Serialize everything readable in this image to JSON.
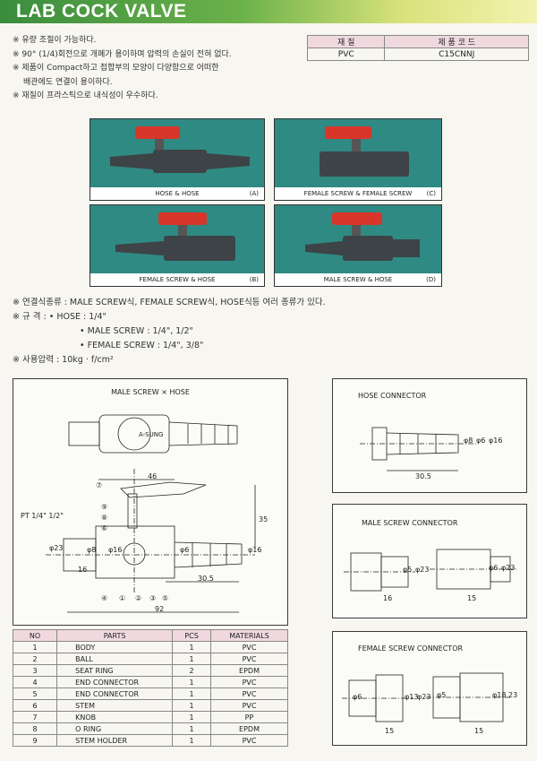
{
  "title": "LAB COCK VALVE",
  "notes": [
    "※ 유량 조절이 가능하다.",
    "※ 90° (1/4)회전으로 개폐가 용이하며 압력의 손실이 전혀 없다.",
    "※ 제품이 Compact하고 접합부의 모양이 다양함으로 어떠한",
    "배관에도 연결이 용이하다.",
    "※ 재질이 프라스틱으로 내식성이 우수하다."
  ],
  "code_table": {
    "headers": [
      "재 질",
      "제 품 코 드"
    ],
    "row": [
      "PVC",
      "C15CNNJ"
    ]
  },
  "photos": [
    {
      "caption": "HOSE & HOSE",
      "tag": "(A)"
    },
    {
      "caption": "FEMALE SCREW & FEMALE SCREW",
      "tag": "(C)"
    },
    {
      "caption": "FEMALE SCREW & HOSE",
      "tag": "(B)"
    },
    {
      "caption": "MALE SCREW & HOSE",
      "tag": "(D)"
    }
  ],
  "specs": [
    "※ 연결식종류 : MALE SCREW식, FEMALE SCREW식, HOSE식등 여러 종류가 있다.",
    "※ 규      격 : • HOSE : 1/4\"",
    "• MALE SCREW : 1/4\", 1/2\"",
    "• FEMALE SCREW : 1/4\", 3/8\"",
    "※ 사용압력 : 10kg · f/cm²"
  ],
  "drawing_main": {
    "title": "MALE SCREW × HOSE",
    "brand": "A-SUNG",
    "thread": "PT 1/4\" 1/2\"",
    "dims": [
      "46",
      "35",
      "30.5",
      "92",
      "16",
      "φ23",
      "φ8",
      "φ16",
      "φ6",
      "φ16"
    ],
    "callouts": [
      "⑦",
      "⑨",
      "⑧",
      "⑥",
      "④",
      "①",
      "②",
      "③",
      "⑤"
    ]
  },
  "drawing_hose": {
    "title": "HOSE CONNECTOR",
    "dims": [
      "30.5",
      "φ8",
      "φ6",
      "φ16"
    ]
  },
  "drawing_male": {
    "title": "MALE SCREW CONNECTOR",
    "dims": [
      "φ5",
      "φ23",
      "16",
      "φ6",
      "φ23",
      "15"
    ]
  },
  "drawing_female": {
    "title": "FEMALE SCREW CONNECTOR",
    "dims": [
      "φ6",
      "φ13",
      "φ23",
      "15",
      "φ5",
      "φ18",
      "23",
      "15"
    ]
  },
  "parts_table": {
    "headers": [
      "NO",
      "PARTS",
      "PCS",
      "MATERIALS"
    ],
    "rows": [
      [
        "1",
        "BODY",
        "1",
        "PVC"
      ],
      [
        "2",
        "BALL",
        "1",
        "PVC"
      ],
      [
        "3",
        "SEAT RING",
        "2",
        "EPDM"
      ],
      [
        "4",
        "END CONNECTOR",
        "1",
        "PVC"
      ],
      [
        "5",
        "END CONNECTOR",
        "1",
        "PVC"
      ],
      [
        "6",
        "STEM",
        "1",
        "PVC"
      ],
      [
        "7",
        "KNOB",
        "1",
        "PP"
      ],
      [
        "8",
        "O RING",
        "1",
        "EPDM"
      ],
      [
        "9",
        "STEM HOLDER",
        "1",
        "PVC"
      ]
    ]
  },
  "colors": {
    "title_green": "#3a8c3e",
    "photo_bg": "#2f8a83",
    "knob_red": "#d8362a",
    "header_pink": "#efd9df"
  }
}
